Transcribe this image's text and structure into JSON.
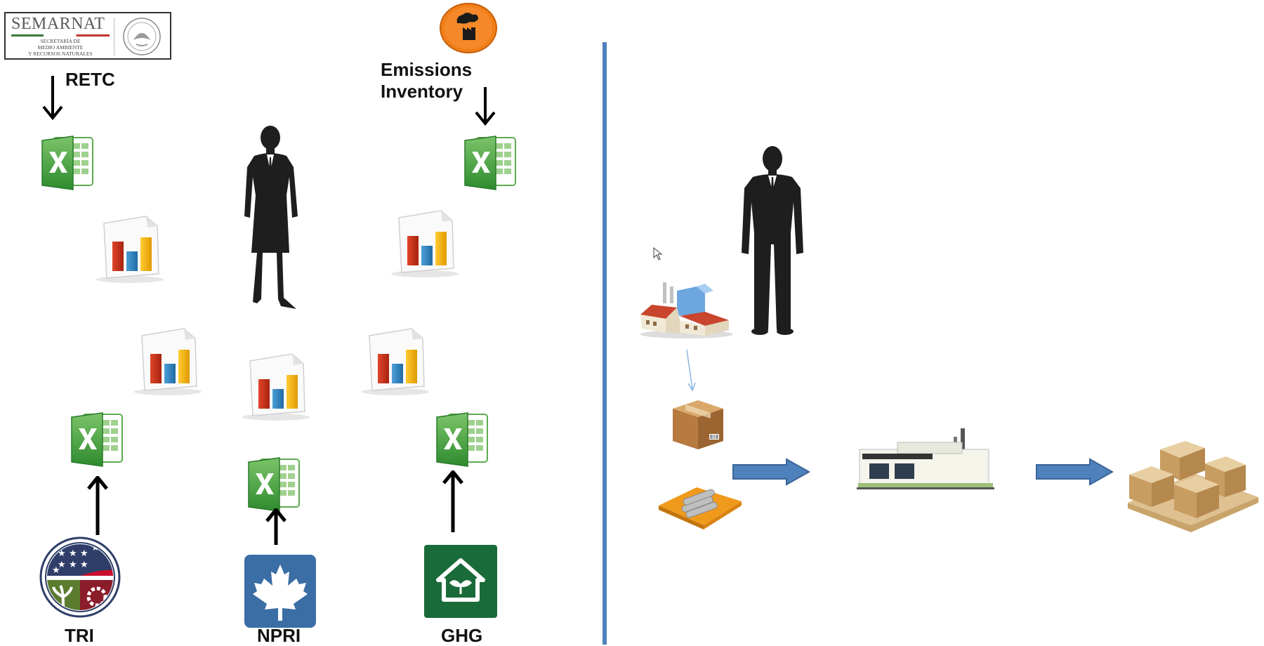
{
  "logos": {
    "semarnat": {
      "name": "SEMARNAT",
      "subtitle": [
        "SECRETARÍA DE",
        "MEDIO AMBIENTE",
        "Y RECURSOS NATURALES"
      ]
    },
    "bottom": [
      {
        "label": "TRI"
      },
      {
        "label": "NPRI"
      },
      {
        "label": "GHG"
      }
    ]
  },
  "labels": {
    "retc": "RETC",
    "emissions_line1": "Emissions",
    "emissions_line2": "Inventory"
  },
  "colors": {
    "divider": "#4f81bd",
    "arrow_fill": "#4f81bd",
    "excel_green": "#3f9b35",
    "factory_orange": "#f07f1a",
    "npri_blue": "#3a6ea5",
    "ghg_green": "#1a6b3a"
  }
}
